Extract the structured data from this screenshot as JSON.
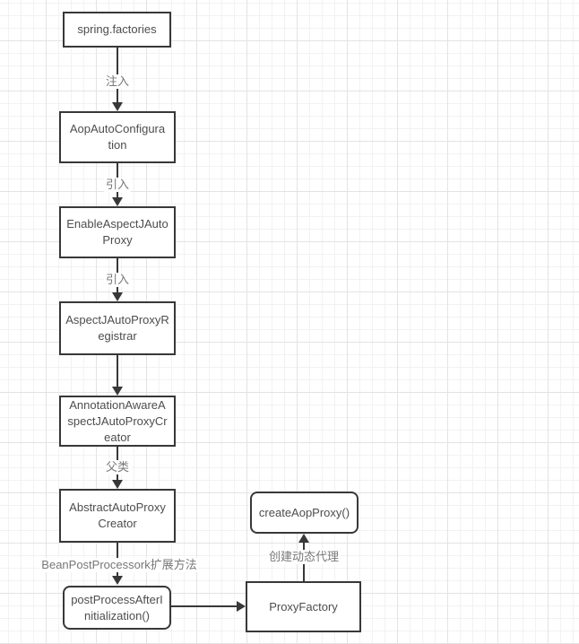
{
  "diagram": {
    "nodes": {
      "spring_factories": {
        "label": "spring.factories"
      },
      "aop_auto_configuration": {
        "label": "AopAutoConfigura\ntion"
      },
      "enable_aspectj_auto_proxy": {
        "label": "EnableAspectJAuto\nProxy"
      },
      "aspectj_auto_proxy_registrar": {
        "label": "AspectJAutoProxyR\negistrar"
      },
      "annotation_aware_aspectj_auto_proxy_creator": {
        "label": "AnnotationAwareA\nspectJAutoProxyCr\neator"
      },
      "abstract_auto_proxy_creator": {
        "label": "AbstractAutoProxy\nCreator"
      },
      "post_process_after_initialization": {
        "label": "postProcessAfterI\nnitialization()"
      },
      "create_aop_proxy": {
        "label": "createAopProxy()"
      },
      "proxy_factory": {
        "label": "ProxyFactory"
      }
    },
    "edges": {
      "inject": {
        "label": "注入"
      },
      "import_1": {
        "label": "引入"
      },
      "import_2": {
        "label": "引入"
      },
      "parent_class": {
        "label": "父类"
      },
      "bean_post_processor_extension": {
        "label": "BeanPostProcessork扩展方法"
      },
      "create_dynamic_proxy": {
        "label": "创建动态代理"
      }
    },
    "colors": {
      "node_border": "#383838",
      "node_text": "#4d4d4d",
      "arrow": "#383838",
      "edge_label_text": "#777777",
      "grid_minor": "#f2f2f2",
      "grid_major": "#e3e3e3",
      "background": "#ffffff"
    }
  }
}
